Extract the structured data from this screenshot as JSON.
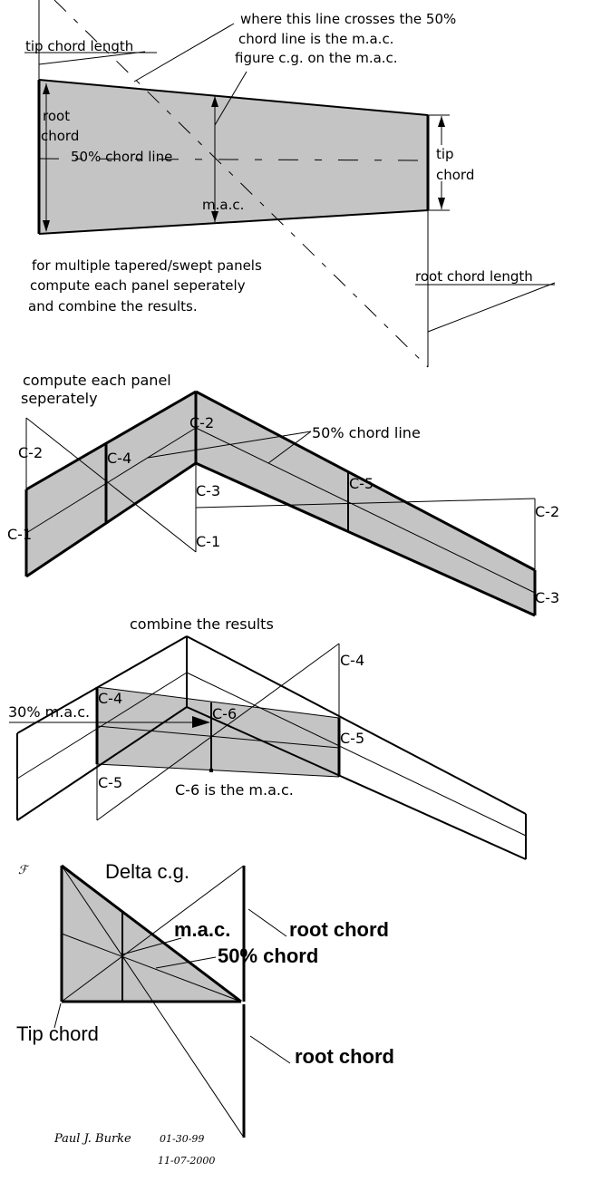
{
  "title": "Wing m.a.c. and c.g. construction diagrams",
  "colors": {
    "panel_fill": "#c4c4c4",
    "ink": "#000000",
    "background": "#ffffff"
  },
  "figure1": {
    "tip_chord_length": "tip chord length",
    "note_line1": "where this line crosses the 50%",
    "note_line2": "chord line is the m.a.c.",
    "note_line3": "figure c.g. on the m.a.c.",
    "root_label_1": "root",
    "root_label_2": "chord",
    "chord_line": "50% chord line",
    "mac": "m.a.c.",
    "tip_label_1": "tip",
    "tip_label_2": "chord",
    "multi_line1": "for multiple tapered/swept panels",
    "multi_line2": "compute each panel seperately",
    "multi_line3": "and combine the results.",
    "root_chord_length": "root chord length"
  },
  "figure2": {
    "heading_line1": "compute each panel",
    "heading_line2": "seperately",
    "chord_line": "50% chord line",
    "labels": {
      "c2_left": "C-2",
      "c1_left": "C-1",
      "c4": "C-4",
      "c2_center": "C-2",
      "c3_center": "C-3",
      "c1_center": "C-1",
      "c5": "C-5",
      "c2_right": "C-2",
      "c3_right": "C-3"
    }
  },
  "figure3": {
    "heading": "combine the results",
    "mac_30": "30% m.a.c.",
    "caption": "C-6 is the m.a.c.",
    "labels": {
      "c4_left": "C-4",
      "c5_left": "C-5",
      "c6": "C-6",
      "c4_right": "C-4",
      "c5_right": "C-5"
    }
  },
  "figure4": {
    "title": "Delta c.g.",
    "mac": "m.a.c.",
    "chord": "50% chord",
    "root_chord_top": "root chord",
    "root_chord_bottom": "root chord",
    "tip_chord": "Tip chord",
    "mark": "ℱ"
  },
  "signature": {
    "author": "Paul J. Burke",
    "date1": "01-30-99",
    "date2": "11-07-2000"
  }
}
